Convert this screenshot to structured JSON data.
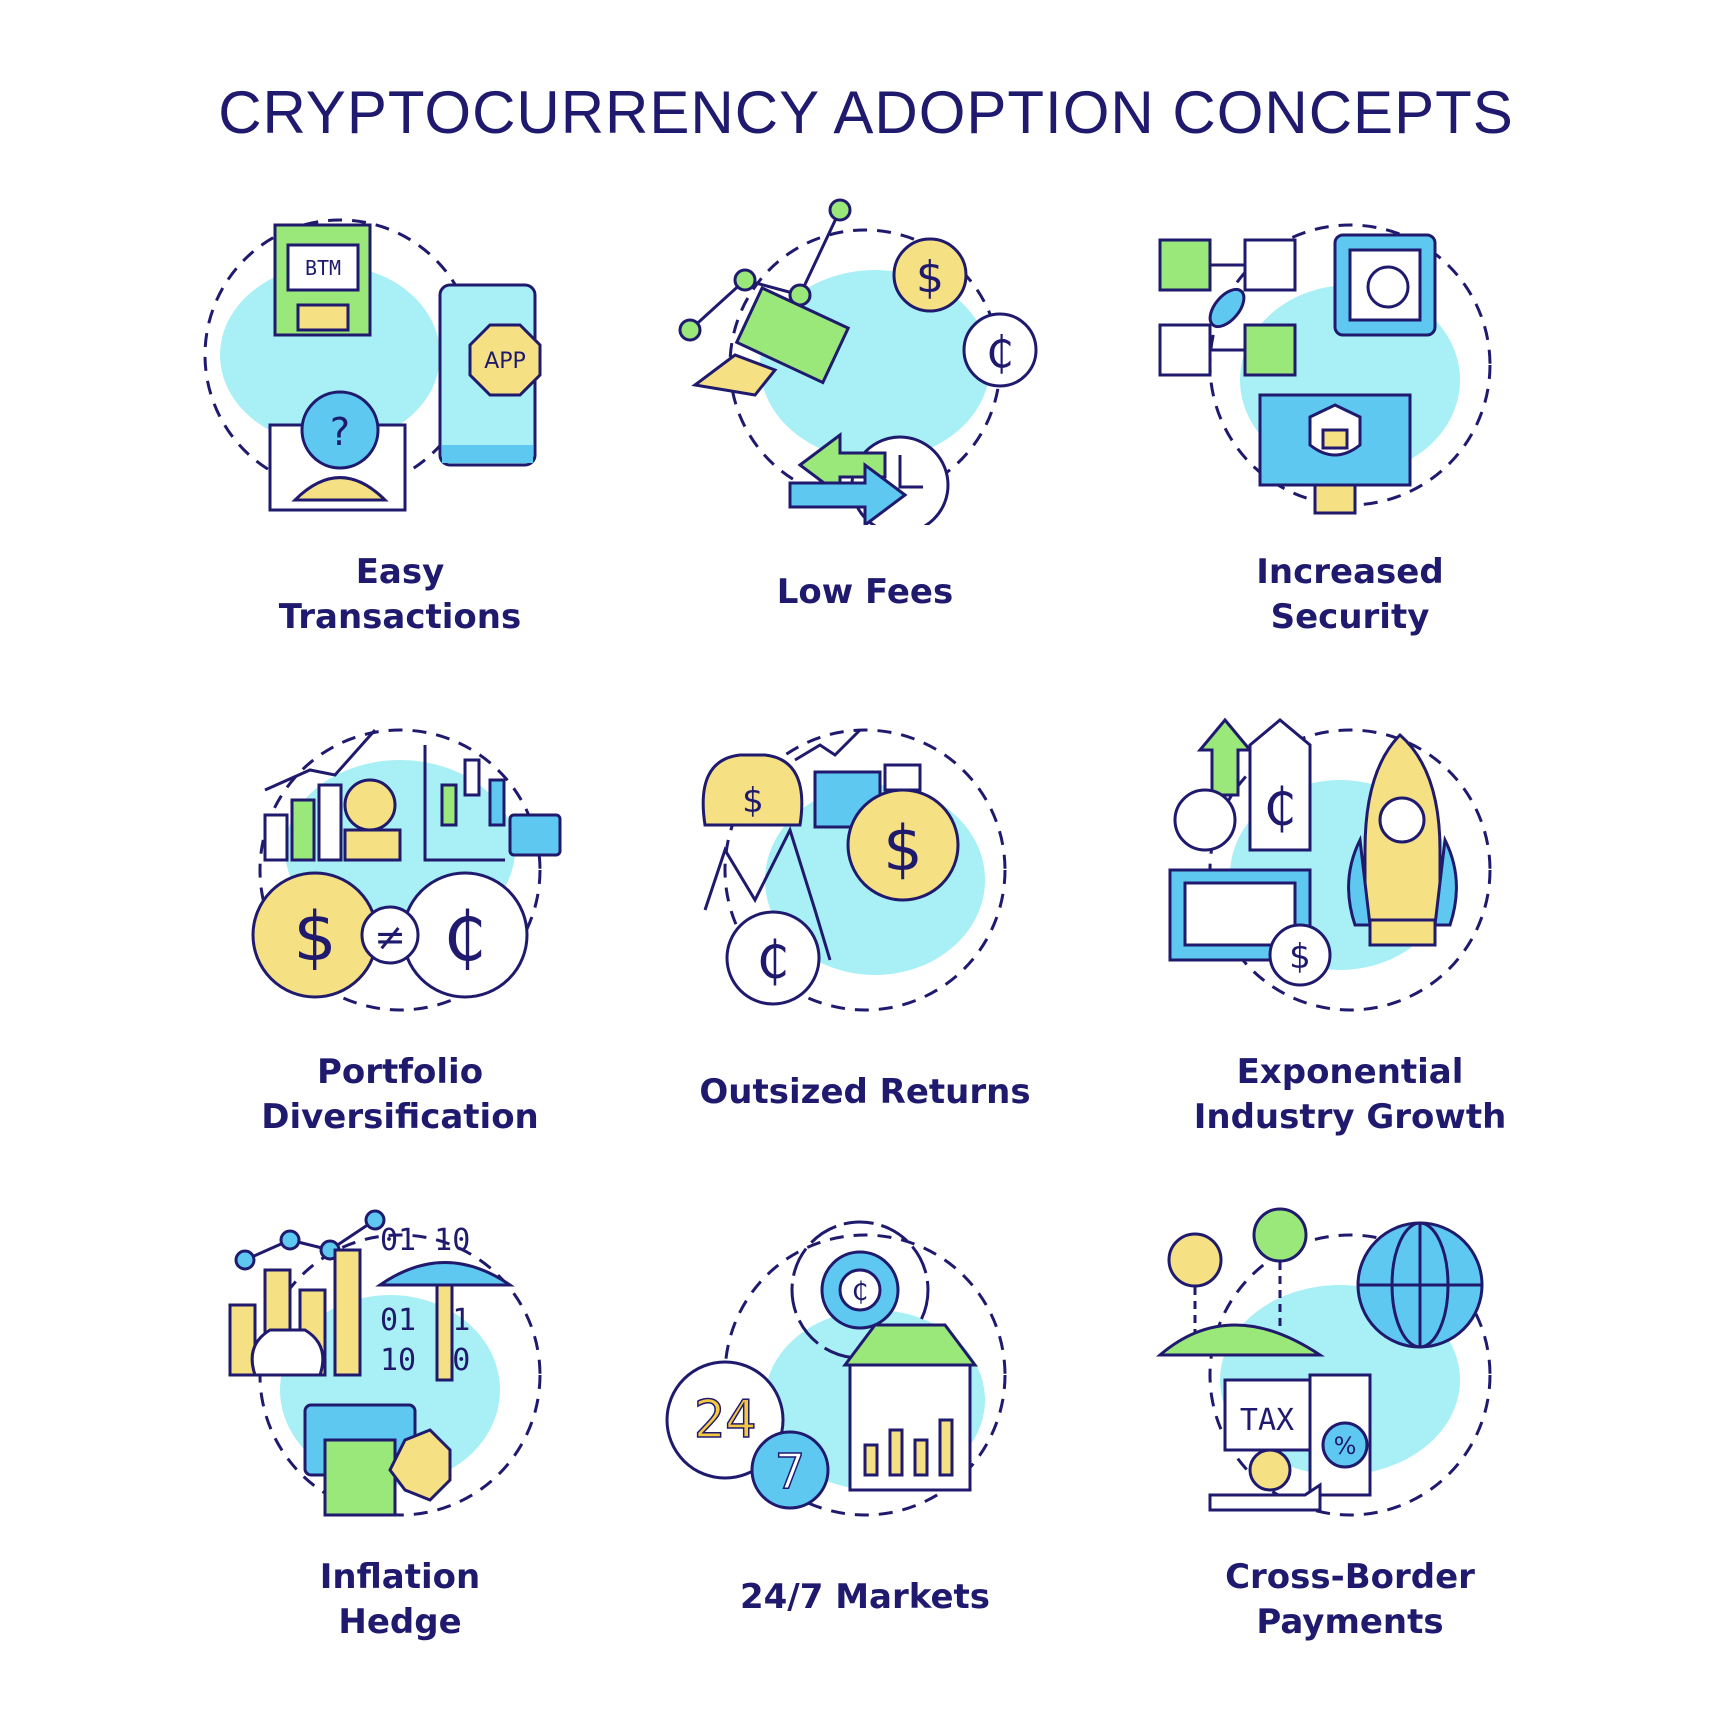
{
  "title": "CRYPTOCURRENCY ADOPTION CONCEPTS",
  "colors": {
    "outline": "#1f1a6e",
    "cyan": "#a8f0f5",
    "yellow": "#f5e084",
    "green": "#9ae87a",
    "blue": "#5fc8f0"
  },
  "icons": [
    {
      "label_lines": [
        "Easy",
        "Transactions"
      ],
      "icon": "easy-transactions-icon",
      "texts": {
        "atm": "BTM",
        "app": "APP"
      }
    },
    {
      "label_lines": [
        "Low Fees"
      ],
      "icon": "low-fees-icon"
    },
    {
      "label_lines": [
        "Increased",
        "Security"
      ],
      "icon": "increased-security-icon"
    },
    {
      "label_lines": [
        "Portfolio",
        "Diversification"
      ],
      "icon": "portfolio-diversification-icon"
    },
    {
      "label_lines": [
        "Outsized Returns"
      ],
      "icon": "outsized-returns-icon"
    },
    {
      "label_lines": [
        "Exponential",
        "Industry Growth"
      ],
      "icon": "exponential-industry-growth-icon"
    },
    {
      "label_lines": [
        "Inflation",
        "Hedge"
      ],
      "icon": "inflation-hedge-icon",
      "texts": {
        "bits1": "01  10",
        "bits2": "01  01",
        "bits3": "10  10"
      }
    },
    {
      "label_lines": [
        "24/7 Markets"
      ],
      "icon": "24-7-markets-icon",
      "texts": {
        "num24": "24",
        "num7": "7"
      }
    },
    {
      "label_lines": [
        "Cross-Border",
        "Payments"
      ],
      "icon": "cross-border-payments-icon",
      "texts": {
        "tax": "TAX"
      }
    }
  ]
}
